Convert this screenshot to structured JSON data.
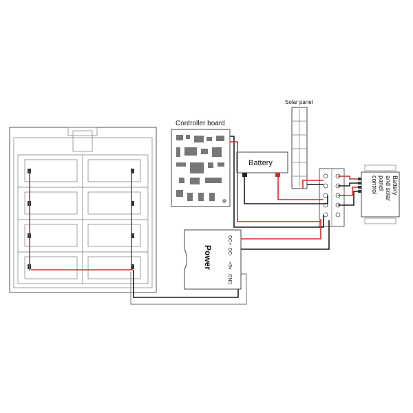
{
  "diagram": {
    "labels": {
      "solar_panel": "Solar panel",
      "controller_board": "Controller board",
      "battery": "Battery",
      "battery_solar_control": [
        "Battery",
        "and solar",
        "panel",
        "control"
      ],
      "power": "Power",
      "dc_plus": "DC+",
      "dc_minus": "DC-",
      "plus5v": "+5v",
      "gnd": "GND"
    },
    "colors": {
      "positive_wire": "#d42a2a",
      "negative_wire": "#1a1a1a",
      "signal_wire": "#9a9a9a"
    }
  }
}
